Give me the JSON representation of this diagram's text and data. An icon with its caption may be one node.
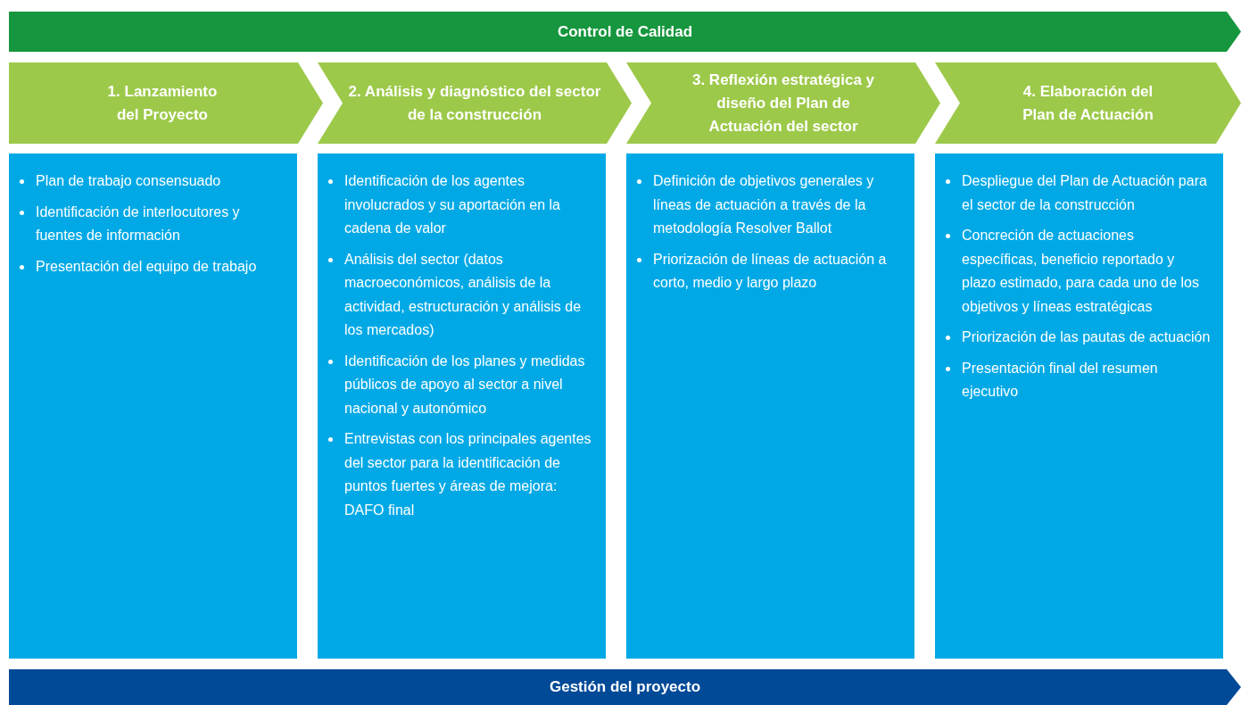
{
  "diagram": {
    "nodes": [
      {
        "text": [
          "Control de Calidad"
        ]
      },
      {
        "text": [
          "1. Lanzamiento del Proyecto"
        ]
      },
      {
        "text": [
          "2. Análisis y diagnóstico del sector de la construcción"
        ]
      },
      {
        "text": [
          "3. Reflexión estratégica y diseño del Plan de Actuación del sector"
        ]
      },
      {
        "text": [
          "4. Elaboración del Plan de Actuación"
        ]
      },
      {
        "text": [
          "Plan de trabajo consensuado",
          "Identificación de interlocutores y fuentes de información",
          "Presentación del equipo de trabajo"
        ]
      },
      {
        "text": [
          "Identificación de los agentes involucrados y su aportación en la cadena de valor",
          "Análisis del sector (datos macroeconómicos, análisis de la actividad, estructuración y análisis de los mercados)",
          "Identificación de los planes y medidas públicos de apoyo al sector a nivel nacional y autonómico",
          "Entrevistas con los principales agentes del sector para la identificación de puntos fuertes y áreas de mejora: DAFO final"
        ]
      },
      {
        "text": [
          "Definición de objetivos generales y líneas de actuación a través de la metodología Resolver Ballot",
          "Priorización de líneas de actuación a corto, medio y largo plazo"
        ]
      },
      {
        "text": [
          "Despliegue del Plan de Actuación para el sector de la construcción",
          "Concreción de actuaciones específicas, beneficio reportado y plazo estimado, para cada uno de los objetivos y líneas estratégicas",
          "Priorización de las pautas de actuación",
          "Presentación final del resumen ejecutivo"
        ]
      },
      {
        "text": [
          "Gestión del proyecto"
        ]
      }
    ],
    "edges": [
      {
        "from": 1,
        "to": 2,
        "arrow": "to"
      },
      {
        "from": 2,
        "to": 3,
        "arrow": "to"
      },
      {
        "from": 3,
        "to": 4,
        "arrow": "to"
      }
    ]
  }
}
